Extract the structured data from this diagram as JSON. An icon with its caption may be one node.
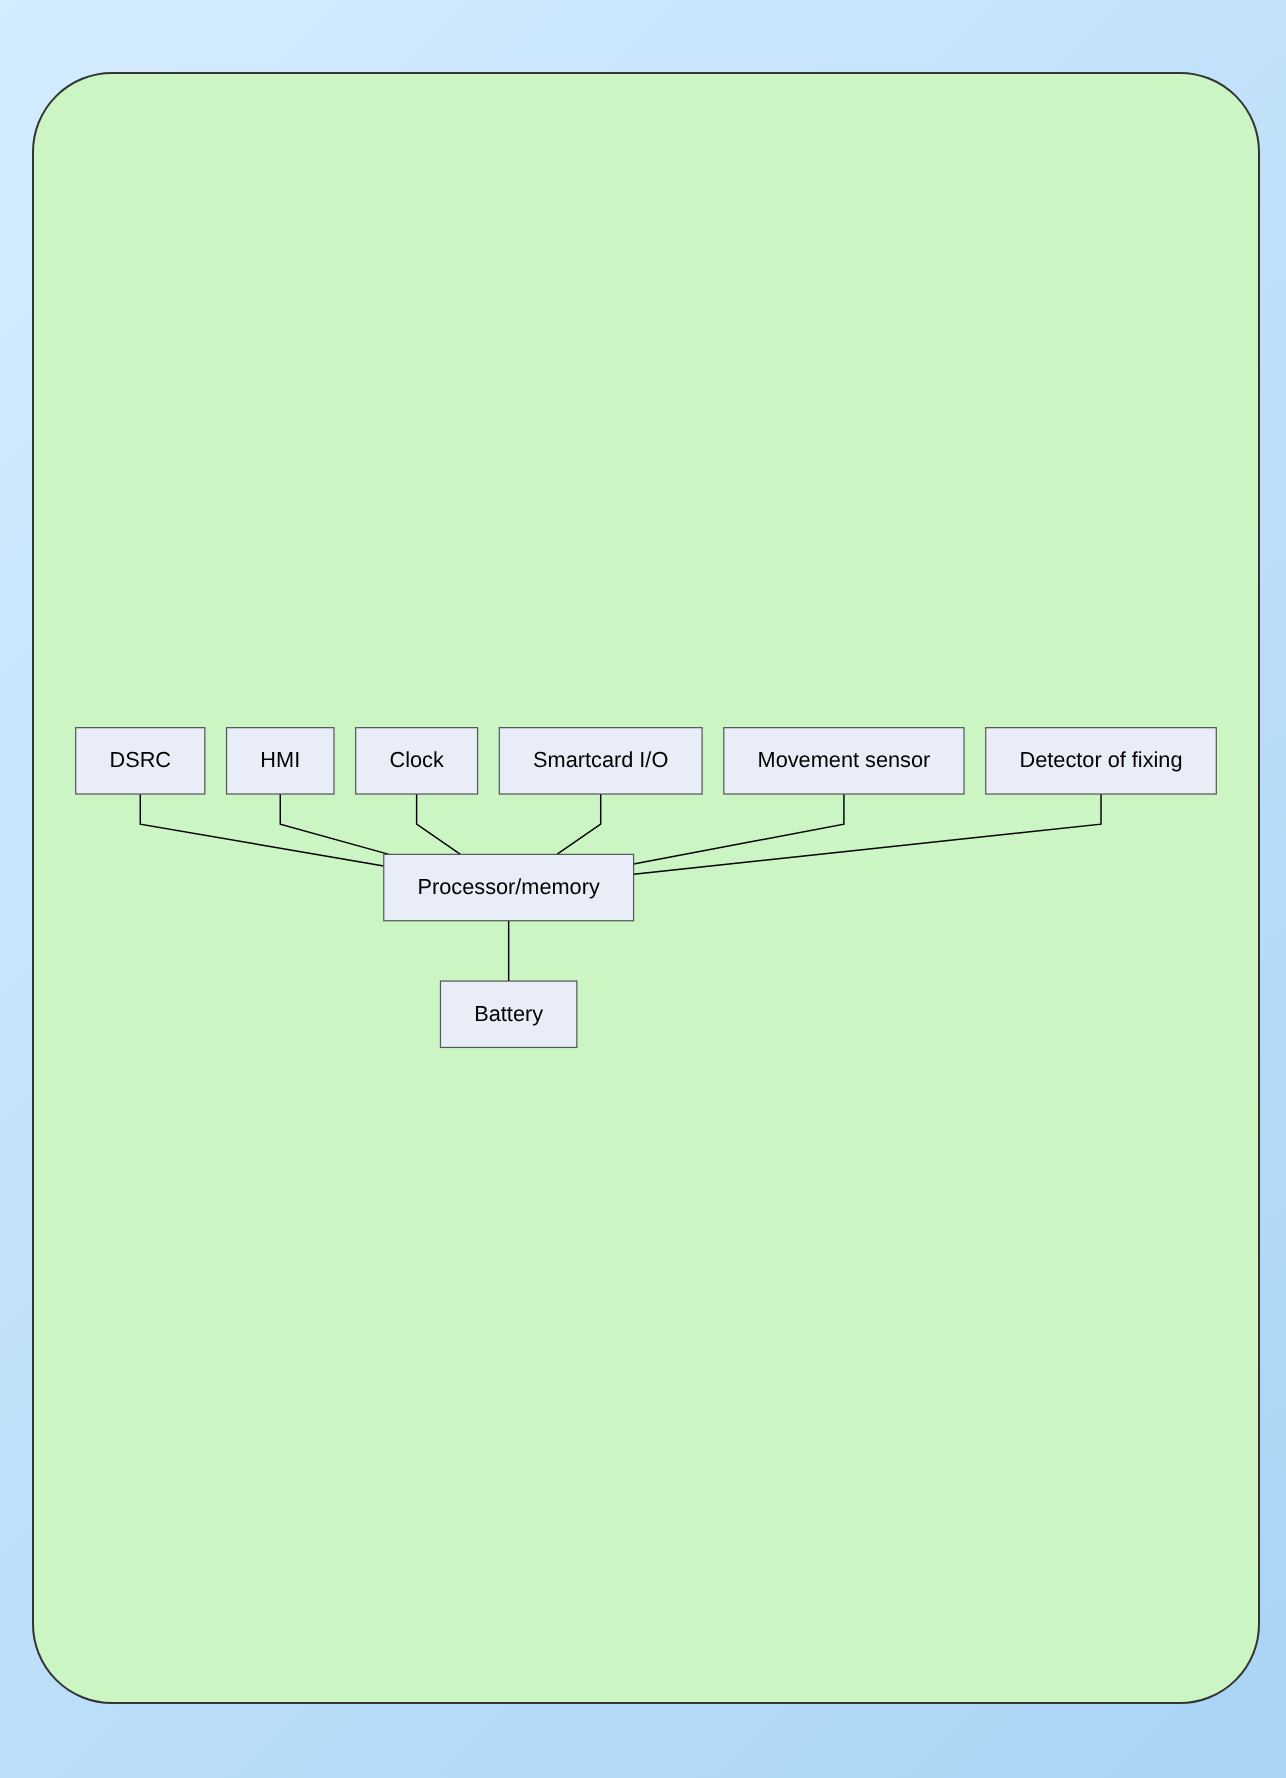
{
  "diagram": {
    "nodes": [
      {
        "text": [
          "DSRC"
        ]
      },
      {
        "text": [
          "HMI"
        ]
      },
      {
        "text": [
          "Clock"
        ]
      },
      {
        "text": [
          "Smartcard I/O"
        ]
      },
      {
        "text": [
          "Movement sensor"
        ]
      },
      {
        "text": [
          "Detector of fixing"
        ]
      },
      {
        "text": [
          "Processor/memory"
        ]
      },
      {
        "text": [
          "Battery"
        ]
      }
    ],
    "edges": [
      {
        "from": 0,
        "to": 6,
        "arrow": "none"
      },
      {
        "from": 1,
        "to": 6,
        "arrow": "none"
      },
      {
        "from": 2,
        "to": 6,
        "arrow": "none"
      },
      {
        "from": 3,
        "to": 6,
        "arrow": "none"
      },
      {
        "from": 4,
        "to": 6,
        "arrow": "none"
      },
      {
        "from": 5,
        "to": 6,
        "arrow": "none"
      },
      {
        "from": 6,
        "to": 7,
        "arrow": "none"
      }
    ]
  }
}
